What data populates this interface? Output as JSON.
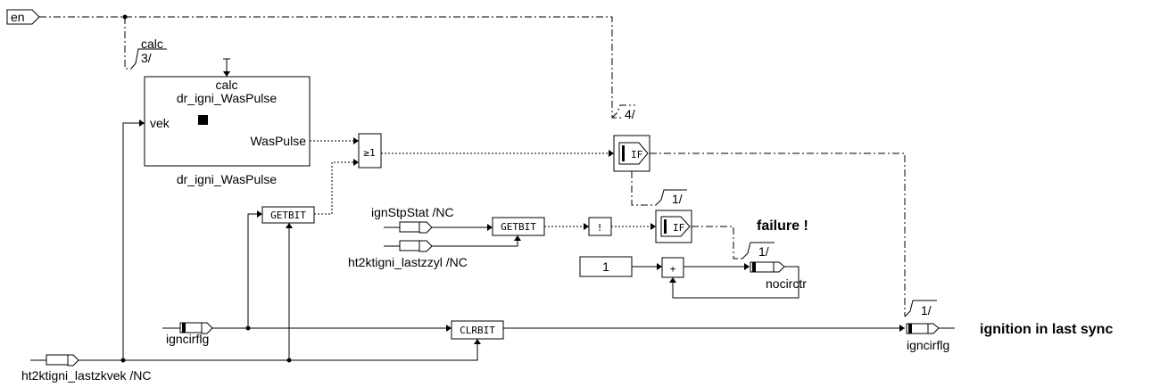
{
  "input_en": "en",
  "calc_top_label": "calc",
  "calc_top_seq": "3/",
  "block": {
    "calc": "calc",
    "name_inside": "dr_igni_WasPulse",
    "port_vek": "vek",
    "port_waspulse": "WasPulse",
    "name_below": "dr_igni_WasPulse"
  },
  "or_gate": "≥1",
  "if_label": "IF",
  "seq_if_top": "4/",
  "seq_if_lower": "1/",
  "seq_nocirctr": "1/",
  "seq_out": "1/",
  "getbit": "GETBIT",
  "clrbit": "CLRBIT",
  "not_gate": "!",
  "plus": "+",
  "const_one": "1",
  "failure": "failure !",
  "msgs": {
    "ignStpStat": "ignStpStat /NC",
    "lastzzyl": "ht2ktigni_lastzzyl /NC",
    "igncirflg_in": "igncirflg",
    "lastzkvek": "ht2ktigni_lastzkvek /NC",
    "nocirctr": "nocirctr",
    "igncirflg_out": "igncirflg"
  },
  "output_desc": "ignition in last sync"
}
